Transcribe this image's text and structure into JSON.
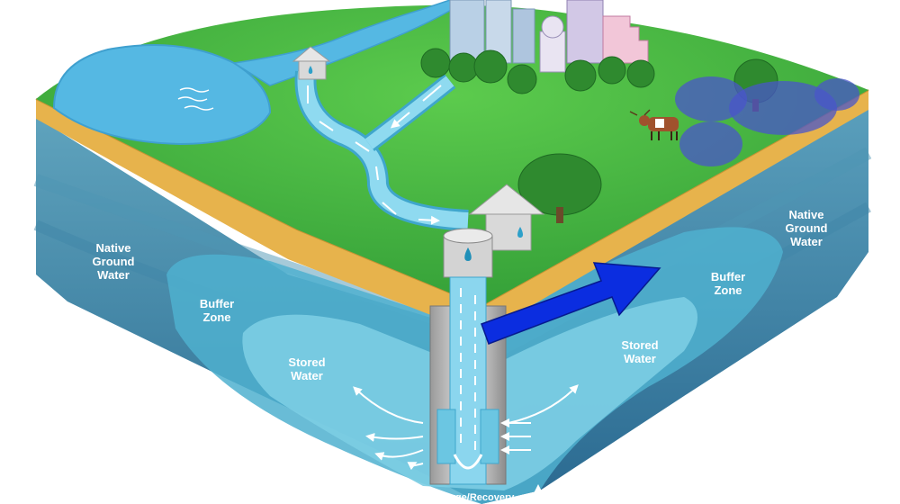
{
  "labels": {
    "native_left": "Native\nGround\nWater",
    "native_right": "Native\nGround\nWater",
    "buffer_left": "Buffer\nZone",
    "buffer_right": "Buffer\nZone",
    "stored_left": "Stored\nWater",
    "stored_right": "Stored\nWater",
    "recharge": "Recharge/Recovery"
  },
  "colors": {
    "grass": "#47b83f",
    "sand": "#e6b14a",
    "aquifer": "#3b88a6",
    "buffer": "#4aa9c8",
    "stored": "#6cc3d9",
    "water": "#7fd3ea",
    "arrow_blue": "#0b2de0"
  },
  "icons": [
    "cow-icon",
    "tree-icon",
    "house-icon",
    "tank-icon",
    "city-skyline-icon",
    "wildflowers-icon",
    "water-drop-icon"
  ]
}
